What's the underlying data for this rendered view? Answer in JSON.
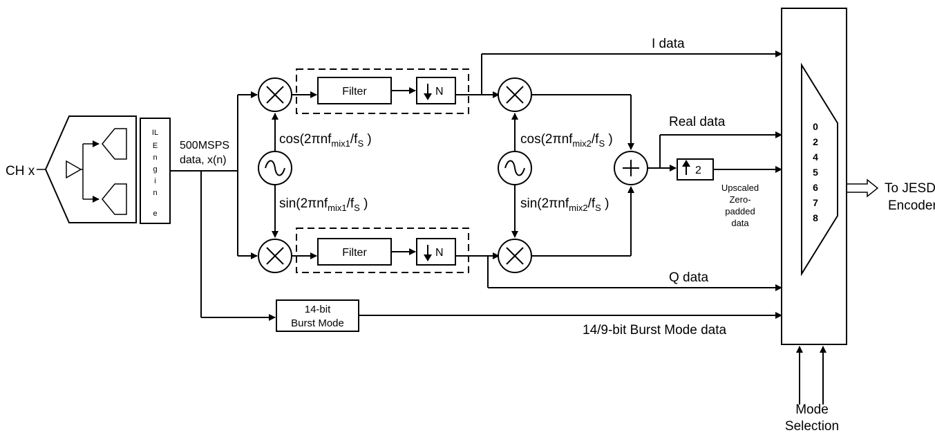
{
  "input": {
    "label": "CH x"
  },
  "il_engine": {
    "letters": [
      "IL",
      "E",
      "n",
      "g",
      "i",
      "n",
      "e"
    ]
  },
  "sample_rate": {
    "line1": "500MSPS",
    "line2": "data, x(n)"
  },
  "filter": {
    "label": "Filter"
  },
  "decimator": {
    "label": "N"
  },
  "mixer1": {
    "cos_prefix": "cos(2πnf",
    "sin_prefix": "sin(2πnf",
    "sub": "mix1",
    "mid": "/f",
    "fs_sub": "S",
    "suffix": " )"
  },
  "mixer2": {
    "cos_prefix": "cos(2πnf",
    "sin_prefix": "sin(2πnf",
    "sub": "mix2",
    "mid": "/f",
    "fs_sub": "S",
    "suffix": " )"
  },
  "upsampler": {
    "label": "2"
  },
  "upscaled": {
    "lines": [
      "Upscaled",
      "Zero-",
      "padded",
      "data"
    ]
  },
  "burst": {
    "line1": "14-bit",
    "line2": "Burst Mode"
  },
  "signals": {
    "i_data": "I data",
    "real_data": "Real data",
    "q_data": "Q data",
    "burst_data": "14/9-bit Burst Mode data"
  },
  "mux": {
    "modes": [
      "0",
      "2",
      "4",
      "5",
      "6",
      "7",
      "8"
    ]
  },
  "output": {
    "line1": "To JESD",
    "line2": "Encoder"
  },
  "mode_selection": {
    "line1": "Mode",
    "line2": "Selection"
  }
}
